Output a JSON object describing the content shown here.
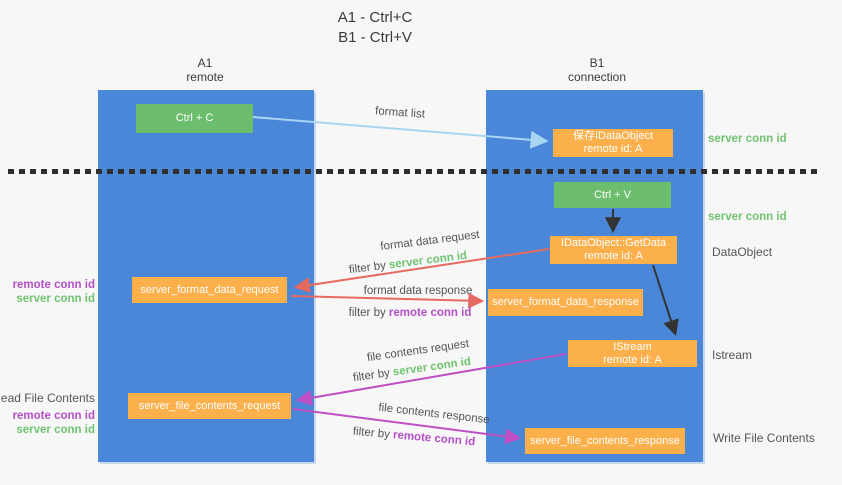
{
  "title": {
    "line1": "A1 - Ctrl+C",
    "line2": "B1 - Ctrl+V"
  },
  "lifelines": {
    "left": {
      "id": "A1",
      "name": "remote"
    },
    "right": {
      "id": "B1",
      "name": "connection"
    }
  },
  "nodes": {
    "ctrl_c": "Ctrl + C",
    "ctrl_v": "Ctrl + V",
    "save_dataobject": {
      "line1": "保存IDataObject",
      "line2": "remote id: A"
    },
    "getdata": {
      "line1": "IDataObject::GetData",
      "line2": "remote id: A"
    },
    "istream": {
      "line1": "IStream",
      "line2": "remote id: A"
    },
    "format_request": "server_format_data_request",
    "format_response": "server_format_data_response",
    "file_request": "server_file_contents_request",
    "file_response": "server_file_contents_response"
  },
  "arrow_labels": {
    "format_list": "format list",
    "format_data_request": "format data request",
    "format_data_response": "format data response",
    "file_contents_request": "file contents request",
    "file_contents_response": "file contents response",
    "filter_by": "filter by ",
    "server_conn_id": "server conn id",
    "remote_conn_id": "remote conn id"
  },
  "margin_labels": {
    "left": {
      "remote_conn_id": "remote conn id",
      "server_conn_id": "server conn id",
      "read_file_contents": "Read File Contents",
      "remote_conn_id2": "remote conn id",
      "server_conn_id2": "server conn id"
    },
    "right": {
      "server_conn_id1": "server conn id",
      "server_conn_id2": "server conn id",
      "dataobject": "DataObject",
      "istream": "Istream",
      "write_file_contents": "Write File Contents"
    }
  },
  "colors": {
    "lifeline_blue": "#4a87d9",
    "node_green": "#6cbe6e",
    "node_orange": "#fbb04c",
    "conn_green_text": "#6fc46f",
    "conn_purple_text": "#b44fc8",
    "arrow_red": "#e66a60",
    "arrow_magenta": "#bf4fc4",
    "arrow_lightblue": "#a9d5f3",
    "arrow_black": "#333333",
    "background": "#f7f7f8"
  }
}
